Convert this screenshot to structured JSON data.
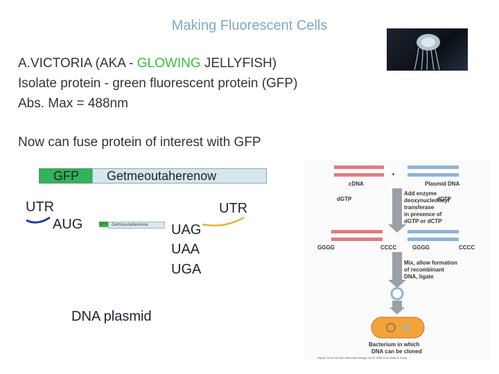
{
  "slide": {
    "title": "Making Fluorescent Cells",
    "line1_pre": "A.VICTORIA (AKA - ",
    "line1_highlight": "GLOWING",
    "line1_post": " JELLYFISH)",
    "line2": "Isolate protein - green fluorescent protein (GFP)",
    "line3": "Abs. Max = 488nm",
    "line4": "Now can fuse protein of interest with GFP"
  },
  "fusion": {
    "gfp_label": "GFP",
    "protein_label": "Getmeoutaherenow"
  },
  "construct": {
    "utr_left": "UTR",
    "aug": "AUG",
    "utr_right": "UTR",
    "stop_codons": [
      "UAG",
      "UAA",
      "UGA"
    ],
    "mini_gfp": "GFP",
    "mini_protein": "Getmeoutaherenow",
    "plasmid_label": "DNA plasmid"
  },
  "figure": {
    "plus": "+",
    "cdna": "cDNA",
    "plasmid_dna": "Plasmid DNA",
    "dgtp": "dGTP",
    "dctp": "dCTP",
    "enzyme_step": [
      "Add enzyme",
      "deoxynucleotidyl",
      "transferase",
      "in presence of",
      "dGTP or dCTP"
    ],
    "gggg": "GGGG",
    "cccc": "CCCC",
    "mix_step": [
      "Mix, allow formation",
      "of recombinant",
      "DNA, ligate"
    ],
    "bacterium": [
      "Bacterium in which",
      "DNA can be cloned"
    ],
    "caption": "Figure 19-26 Cell and Molecular Biology 5/e (© 2008 John Wiley & Sons)"
  },
  "colors": {
    "title": "#7fa7c4",
    "highlight": "#3bbf3b",
    "gfp_box": "#2fb45a",
    "protein_box": "#d6e6ec",
    "cdna_strand": "#e07b85",
    "plasmid_strand": "#8fb3d6",
    "bacterium": "#f2a43a"
  }
}
